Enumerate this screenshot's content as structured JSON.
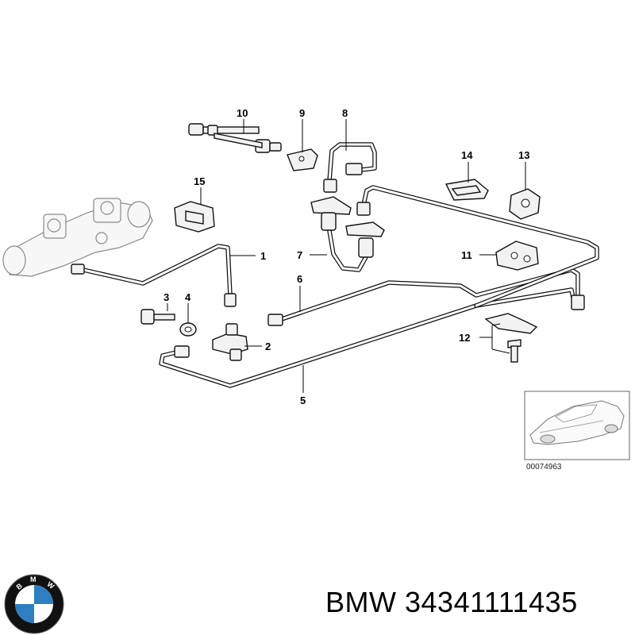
{
  "callouts": {
    "c1": "1",
    "c2": "2",
    "c3": "3",
    "c4": "4",
    "c5": "5",
    "c6": "6",
    "c7": "7",
    "c8": "8",
    "c9": "9",
    "c10": "10",
    "c11": "11",
    "c12": "12",
    "c13": "13",
    "c14": "14",
    "c15": "15"
  },
  "inset": {
    "reference_number": "00074963",
    "icon": "car-location-icon"
  },
  "footer": {
    "brand": "BMW",
    "part_number": "34341111435",
    "logo": "bmw-roundel-icon"
  },
  "logo_letters": [
    "B",
    "M",
    "W"
  ],
  "colors": {
    "line": "#111111",
    "logo_blue": "#2d7fc1",
    "logo_ring": "#111111"
  }
}
